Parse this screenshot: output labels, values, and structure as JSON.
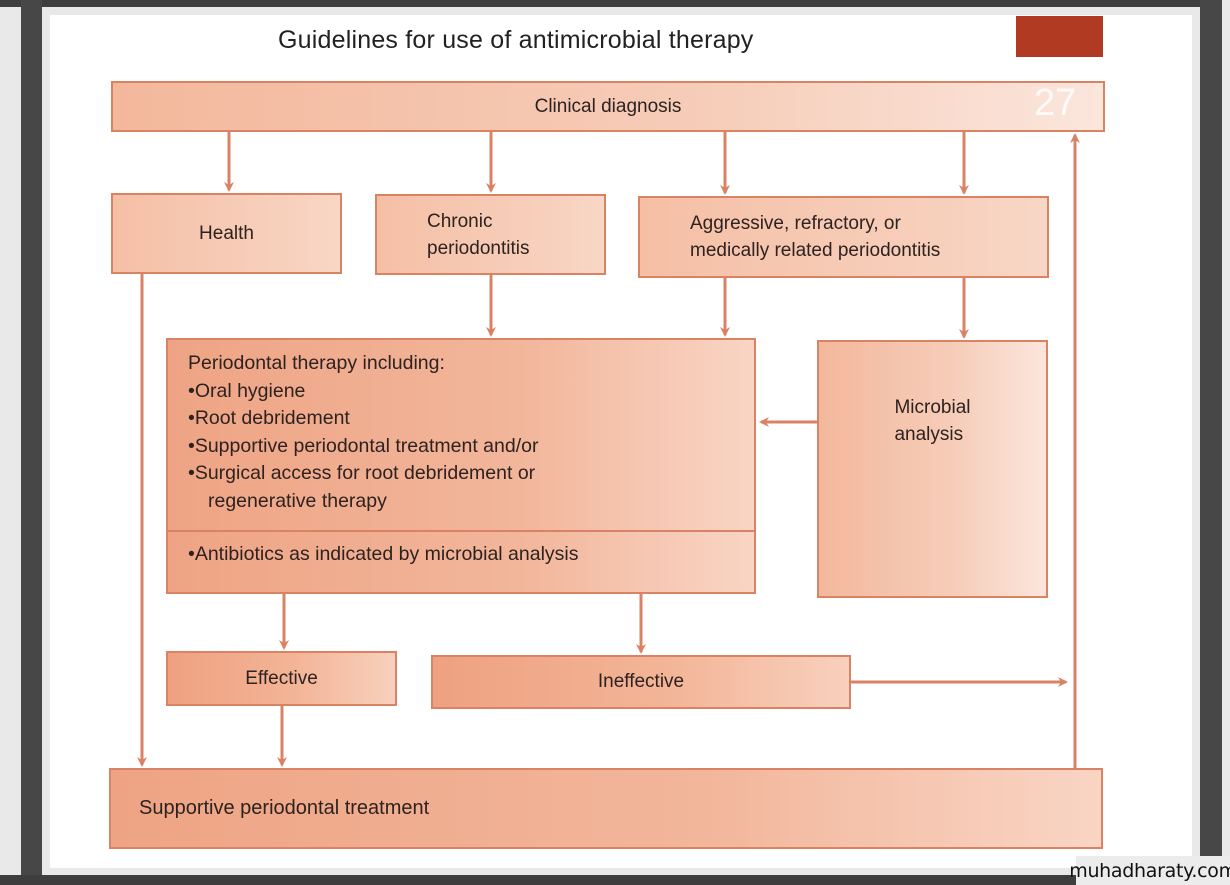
{
  "slide": {
    "title": "Guidelines for use of antimicrobial therapy",
    "page_number": "27",
    "accent_color": "#b03a22"
  },
  "diagram": {
    "nodes": {
      "clinical_diagnosis": "Clinical diagnosis",
      "health": "Health",
      "chronic": {
        "line1": "Chronic",
        "line2": "periodontitis"
      },
      "aggressive": {
        "line1": "Aggressive, refractory, or",
        "line2": "medically related periodontitis"
      },
      "therapy": {
        "heading": "Periodontal therapy including:",
        "items": [
          "•Oral hygiene",
          "•Root debridement",
          "•Supportive periodontal treatment and/or",
          "•Surgical access for root debridement or"
        ],
        "continuation": "regenerative therapy",
        "antibiotics": "•Antibiotics as indicated by microbial analysis"
      },
      "microbial": {
        "line1": "Microbial",
        "line2": "analysis"
      },
      "effective": "Effective",
      "ineffective": "Ineffective",
      "supportive": "Supportive periodontal treatment"
    },
    "edges": [
      [
        "clinical_diagnosis",
        "health"
      ],
      [
        "clinical_diagnosis",
        "chronic"
      ],
      [
        "clinical_diagnosis",
        "aggressive"
      ],
      [
        "clinical_diagnosis",
        "aggressive"
      ],
      [
        "chronic",
        "therapy"
      ],
      [
        "aggressive",
        "therapy"
      ],
      [
        "aggressive",
        "microbial"
      ],
      [
        "microbial",
        "therapy"
      ],
      [
        "therapy",
        "effective"
      ],
      [
        "therapy",
        "ineffective"
      ],
      [
        "health",
        "supportive"
      ],
      [
        "effective",
        "supportive"
      ],
      [
        "ineffective",
        "clinical_diagnosis"
      ],
      [
        "supportive",
        "clinical_diagnosis"
      ]
    ],
    "colors": {
      "stroke": "#d98264",
      "fill_light": "#f6cdb9",
      "fill_dark": "#eea181"
    }
  },
  "watermark": "muhadharaty.com"
}
